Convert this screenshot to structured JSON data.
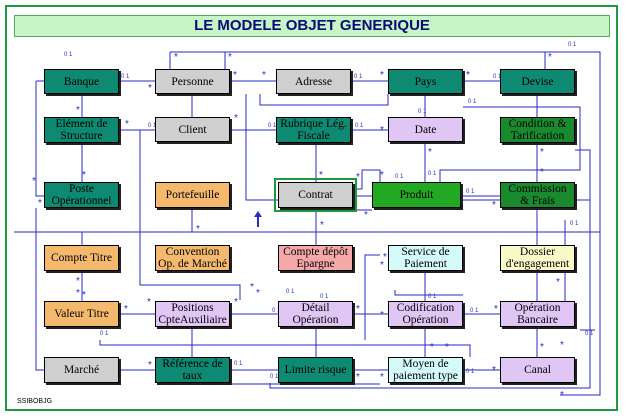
{
  "title": "LE MODELE OBJET GENERIQUE",
  "footer": "SSIBOBJG",
  "entities": [
    {
      "id": "banque",
      "label": "Banque",
      "color": "teal"
    },
    {
      "id": "personne",
      "label": "Personne",
      "color": "gray"
    },
    {
      "id": "adresse",
      "label": "Adresse",
      "color": "gray"
    },
    {
      "id": "pays",
      "label": "Pays",
      "color": "teal"
    },
    {
      "id": "devise",
      "label": "Devise",
      "color": "teal"
    },
    {
      "id": "element-structure",
      "label": "Elément de Structure",
      "color": "teal"
    },
    {
      "id": "client",
      "label": "Client",
      "color": "gray"
    },
    {
      "id": "rubrique",
      "label": "Rubrique Lég. Fiscale",
      "color": "teal"
    },
    {
      "id": "date",
      "label": "Date",
      "color": "lavender"
    },
    {
      "id": "condition",
      "label": "Condition & Tarification",
      "color": "greendark"
    },
    {
      "id": "poste",
      "label": "Poste Opérationnel",
      "color": "teal"
    },
    {
      "id": "portefeuille",
      "label": "Portefeuille",
      "color": "orange"
    },
    {
      "id": "contrat",
      "label": "Contrat",
      "color": "gray"
    },
    {
      "id": "produit",
      "label": "Produit",
      "color": "greenbright"
    },
    {
      "id": "commission",
      "label": "Commission & Frais",
      "color": "greendark"
    },
    {
      "id": "compte-titre",
      "label": "Compte Titre",
      "color": "orange"
    },
    {
      "id": "convention",
      "label": "Convention Op. de Marché",
      "color": "orange"
    },
    {
      "id": "compte-depot",
      "label": "Compte dépôt Epargne",
      "color": "pink"
    },
    {
      "id": "service-paiement",
      "label": "Service de Paiement",
      "color": "cyan"
    },
    {
      "id": "dossier",
      "label": "Dossier d'engagement",
      "color": "cream"
    },
    {
      "id": "valeur-titre",
      "label": "Valeur Titre",
      "color": "orange"
    },
    {
      "id": "positions",
      "label": "Positions CpteAuxiliaire",
      "color": "lavender"
    },
    {
      "id": "detail-operation",
      "label": "Détail Opération",
      "color": "lavender"
    },
    {
      "id": "codification",
      "label": "Codification Opération",
      "color": "lavender"
    },
    {
      "id": "operation-bancaire",
      "label": "Opération Bancaire",
      "color": "lavender"
    },
    {
      "id": "marche",
      "label": "Marché",
      "color": "gray"
    },
    {
      "id": "reference-taux",
      "label": "Référence de taux",
      "color": "teal"
    },
    {
      "id": "limite-risque",
      "label": "Limite risque",
      "color": "teal"
    },
    {
      "id": "moyen-paiement",
      "label": "Moyen de paiement type",
      "color": "cyan"
    },
    {
      "id": "canal",
      "label": "Canal",
      "color": "lavender"
    }
  ],
  "multiplicity": {
    "one": "0 1",
    "many": "*"
  }
}
